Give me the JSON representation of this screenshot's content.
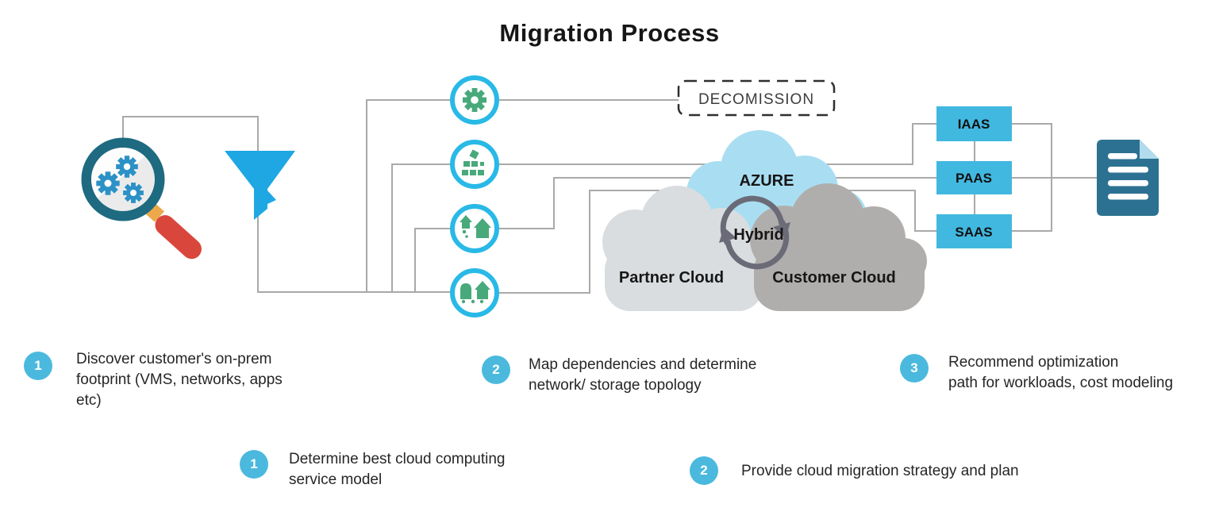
{
  "title": "Migration Process",
  "diagram": {
    "decommission_label": "DECOMISSION",
    "azure_label": "AZURE",
    "hybrid_label": "Hybrid",
    "partner_cloud_label": "Partner Cloud",
    "customer_cloud_label": "Customer Cloud",
    "service_boxes": [
      {
        "label": "IAAS"
      },
      {
        "label": "PAAS"
      },
      {
        "label": "SAAS"
      }
    ],
    "icons": {
      "magnifier": "magnifier-with-gears-icon",
      "funnel": "funnel-icon",
      "step_circles": [
        "gear-icon",
        "topology-icon",
        "house-migration-icon",
        "campus-migration-icon"
      ],
      "sync": "sync-arrows-icon",
      "document": "document-report-icon"
    },
    "colors": {
      "accent_cyan": "#29b9e7",
      "icon_green": "#48a97b",
      "box_blue": "#41b8e0",
      "badge_blue": "#4bb9dd",
      "funnel_blue": "#1ea7e3",
      "azure_cloud": "#a9def2",
      "partner_cloud": "#dadde0",
      "customer_cloud": "#b0aeac",
      "line_gray": "#a9a9a9",
      "document_teal": "#2c7191",
      "magnifier_ring": "#1e6a80",
      "handle_red": "#d9473c"
    }
  },
  "annotations_row1": [
    {
      "number": "1",
      "lines": [
        "Discover customer's on-prem",
        "footprint (VMS, networks, apps",
        "etc)"
      ]
    },
    {
      "number": "2",
      "lines": [
        "Map dependencies and determine",
        "network/ storage topology"
      ]
    },
    {
      "number": "3",
      "lines": [
        "Recommend optimization",
        "path for workloads, cost modeling"
      ]
    }
  ],
  "annotations_row2": [
    {
      "number": "1",
      "lines": [
        "Determine best cloud computing",
        "service model"
      ]
    },
    {
      "number": "2",
      "lines": [
        "Provide cloud migration strategy and plan"
      ]
    }
  ]
}
